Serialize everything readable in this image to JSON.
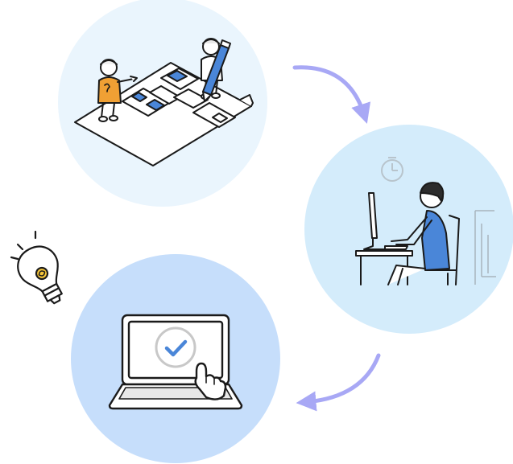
{
  "colors": {
    "circle_plan": "#eaf5fd",
    "circle_build": "#d4ecfb",
    "circle_done": "#c6defb",
    "arrow": "#a8a8f5",
    "accent_blue": "#4a86d8",
    "accent_orange": "#f0a034",
    "bulb_yellow": "#f5c53a",
    "stroke": "#1a1a1a"
  },
  "steps": [
    {
      "id": "plan",
      "icon": "planning-people-with-wireframe-icon"
    },
    {
      "id": "build",
      "icon": "person-working-at-computer-icon"
    },
    {
      "id": "done",
      "icon": "laptop-with-checkmark-icon"
    }
  ],
  "decorations": [
    {
      "icon": "lightbulb-idea-icon"
    },
    {
      "icon": "stopwatch-icon"
    }
  ]
}
